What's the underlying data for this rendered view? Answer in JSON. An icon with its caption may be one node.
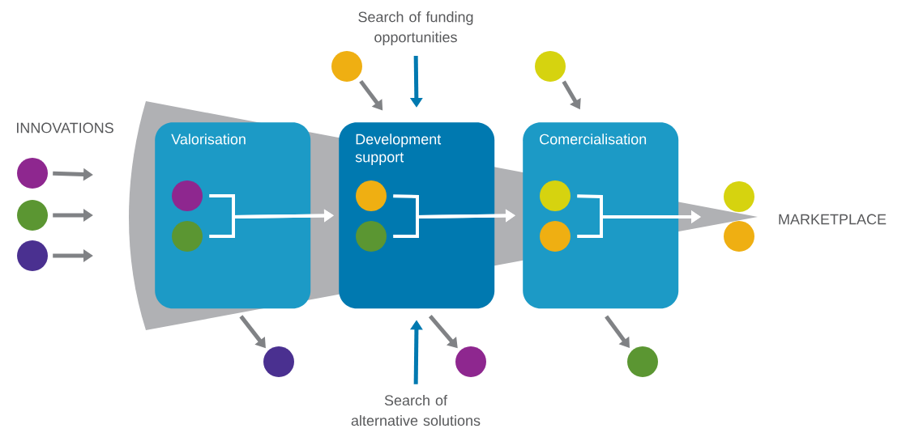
{
  "diagram": {
    "nodes": [
      {
        "text": [],
        "shape": "circle"
      },
      {
        "text": [],
        "shape": "circle"
      },
      {
        "text": [],
        "shape": "circle"
      },
      {
        "text": [
          "Valorisation"
        ]
      },
      {
        "text": [],
        "shape": "circle",
        "in": 3
      },
      {
        "text": [],
        "shape": "circle",
        "in": 3
      },
      {
        "text": [
          "Development support"
        ]
      },
      {
        "text": [],
        "shape": "circle",
        "in": 6
      },
      {
        "text": [],
        "shape": "circle",
        "in": 6
      },
      {
        "text": [
          "Comercialisation"
        ]
      },
      {
        "text": [],
        "shape": "circle",
        "in": 9
      },
      {
        "text": [],
        "shape": "circle",
        "in": 9
      },
      {
        "text": [],
        "shape": "circle"
      },
      {
        "text": [],
        "shape": "circle"
      },
      {
        "text": [
          "Search of funding opportunities"
        ]
      },
      {
        "text": [
          "Search of alternative solutions"
        ]
      },
      {
        "text": [],
        "shape": "circle"
      },
      {
        "text": [],
        "shape": "circle"
      },
      {
        "text": [],
        "shape": "circle"
      },
      {
        "text": [],
        "shape": "circle"
      },
      {
        "text": [],
        "shape": "circle"
      }
    ],
    "edges": [
      {
        "from": 0,
        "to": null,
        "arrow": "to"
      },
      {
        "from": 1,
        "to": null,
        "arrow": "to"
      },
      {
        "from": 2,
        "to": null,
        "arrow": "to"
      },
      {
        "from": 4,
        "to": 6,
        "arrow": "to",
        "color": "#ffffff"
      },
      {
        "from": 5,
        "to": 6,
        "arrow": "to",
        "color": "#ffffff"
      },
      {
        "from": 12,
        "to": 6,
        "arrow": "to"
      },
      {
        "from": 14,
        "to": 6,
        "arrow": "to",
        "color": "#0079b0"
      },
      {
        "from": 7,
        "to": 9,
        "arrow": "to",
        "color": "#ffffff"
      },
      {
        "from": 8,
        "to": 9,
        "arrow": "to",
        "color": "#ffffff"
      },
      {
        "from": 13,
        "to": 9,
        "arrow": "to"
      },
      {
        "from": 15,
        "to": 6,
        "arrow": "to",
        "color": "#0079b0"
      },
      {
        "from": 3,
        "to": 16,
        "arrow": "to"
      },
      {
        "from": 6,
        "to": 17,
        "arrow": "to"
      },
      {
        "from": 10,
        "to": null,
        "arrow": "to",
        "color": "#ffffff"
      },
      {
        "from": 11,
        "to": null,
        "arrow": "to",
        "color": "#ffffff"
      },
      {
        "from": 9,
        "to": 18,
        "arrow": "to"
      }
    ],
    "labels": [
      "INNOVATIONS",
      "MARKETPLACE"
    ]
  }
}
